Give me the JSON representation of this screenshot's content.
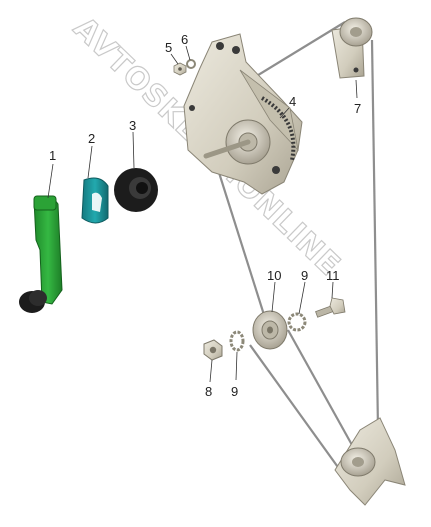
{
  "diagram": {
    "watermark": "AVTOSKLAD.ONLINE",
    "callouts": [
      "1",
      "2",
      "3",
      "4",
      "5",
      "6",
      "7",
      "8",
      "9",
      "10",
      "9",
      "11"
    ]
  },
  "colors": {
    "handle": "#2fae3a",
    "spacer": "#1e9aa0",
    "seal": "#1c1c1c",
    "metal": "#d6d2c4",
    "cable": "#8e8e8e"
  }
}
